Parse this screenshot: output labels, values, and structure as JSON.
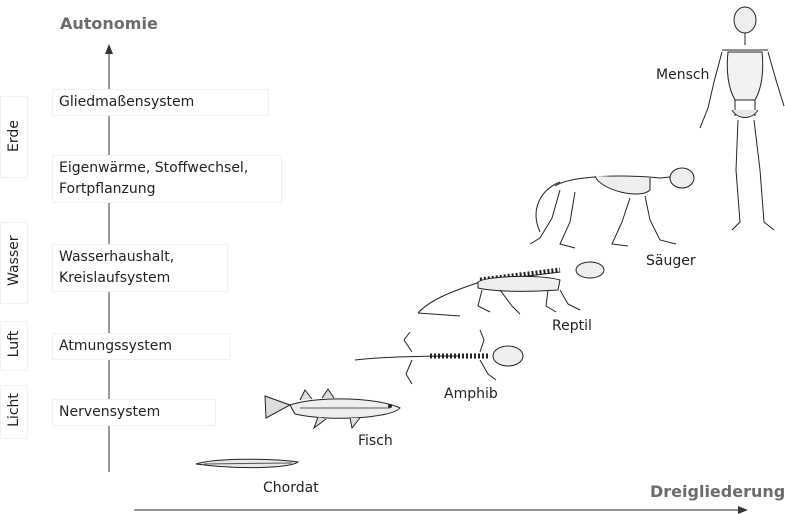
{
  "axes": {
    "vertical_title": "Autonomie",
    "horizontal_title": "Dreigliederung"
  },
  "elements": {
    "erde": "Erde",
    "wasser": "Wasser",
    "luft": "Luft",
    "licht": "Licht"
  },
  "systems": {
    "gliedmassen": "Gliedmaßensystem",
    "eigenwaerme": "Eigenwärme, Stoffwechsel,\nFortpflanzung",
    "wasserhaushalt": "Wasserhaushalt,\nKreislaufsystem",
    "atmung": "Atmungssystem",
    "nerven": "Nervensystem"
  },
  "creatures": {
    "mensch": "Mensch",
    "saeuger": "Säuger",
    "reptil": "Reptil",
    "amphib": "Amphib",
    "fisch": "Fisch",
    "chordat": "Chordat"
  }
}
